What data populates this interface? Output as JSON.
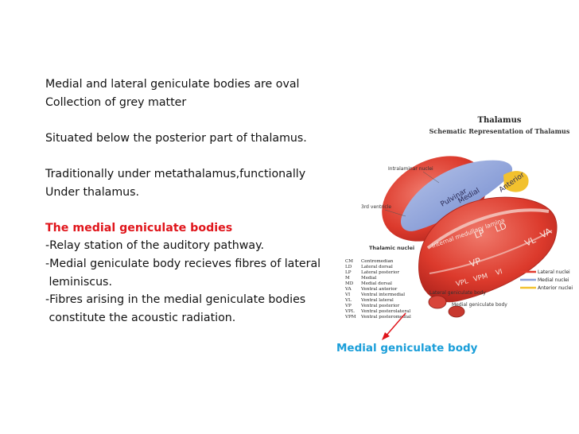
{
  "slide": {
    "paragraphs": [
      [
        "Medial and lateral geniculate bodies are oval",
        "Collection of grey matter"
      ],
      [
        "Situated below the posterior part of thalamus."
      ],
      [
        "Traditionally under metathalamus,functionally",
        "Under thalamus."
      ]
    ],
    "section_heading": "The medial geniculate bodies",
    "bullets": [
      "-Relay station of the auditory pathway.",
      "-Medial geniculate body recieves fibres of lateral",
      " leminiscus.",
      "-Fibres arising in the medial geniculate bodies",
      " constitute the acoustic radiation."
    ]
  },
  "figure": {
    "title": "Thalamus",
    "subtitle": "Schematic Representation of Thalamus",
    "labels": {
      "intralaminar": "Intralaminar nuclei",
      "ventricle": "3rd ventricle",
      "thalamic_nuclei": "Thalamic nuclei",
      "lateral_geniculate": "Lateral geniculate body",
      "medial_geniculate": "Medial geniculate body",
      "pulvinar": "Pulvinar",
      "medial": "Medial",
      "anterior": "Anterior",
      "lamina": "Internal medullary lamina",
      "LP": "LP",
      "LD": "LD",
      "VP": "VP",
      "VL": "VL",
      "VA": "VA",
      "VPL": "VPL",
      "VPM": "VPM",
      "VI": "VI"
    },
    "key": [
      [
        "CM",
        "Centromedian"
      ],
      [
        "LD",
        "Lateral dorsal"
      ],
      [
        "LP",
        "Lateral posterior"
      ],
      [
        "M",
        "Medial"
      ],
      [
        "MD",
        "Medial dorsal"
      ],
      [
        "VA",
        "Ventral anterior"
      ],
      [
        "VI",
        "Ventral intermedial"
      ],
      [
        "VL",
        "Ventral lateral"
      ],
      [
        "VP",
        "Ventral posterior"
      ],
      [
        "VPL",
        "Ventral posterolateral"
      ],
      [
        "VPM",
        "Ventral posteromedial"
      ]
    ],
    "legend": [
      {
        "label": "Lateral nuclei",
        "color": "#e23a2e"
      },
      {
        "label": "Medial nuclei",
        "color": "#8aa0d8"
      },
      {
        "label": "Anterior nuclei",
        "color": "#f2c12e"
      }
    ]
  },
  "caption": "Medial geniculate body",
  "colors": {
    "heading": "#e0151b",
    "caption": "#1a9ed9",
    "arrow": "#e0151b"
  }
}
